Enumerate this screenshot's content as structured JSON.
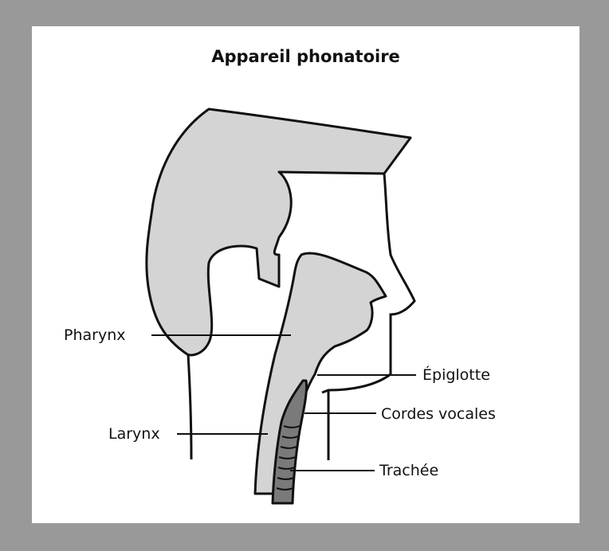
{
  "title": "Appareil phonatoire",
  "labels": {
    "pharynx": "Pharynx",
    "larynx": "Larynx",
    "epiglotte": "Épiglotte",
    "cordes_vocales": "Cordes vocales",
    "trachee": "Trachée"
  },
  "colors": {
    "frame": "#999999",
    "panel": "#ffffff",
    "tissue": "#d4d4d4",
    "trachea": "#7a7a7a",
    "stroke": "#111111"
  }
}
